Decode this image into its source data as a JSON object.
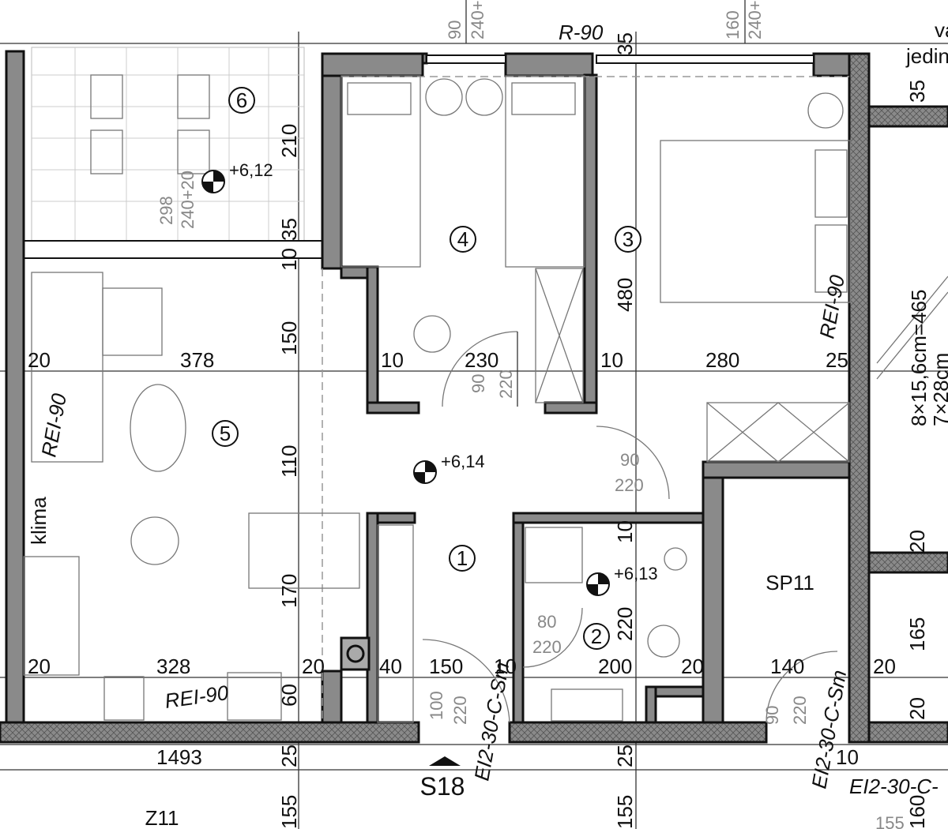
{
  "rooms": [
    {
      "number": "1"
    },
    {
      "number": "2"
    },
    {
      "number": "3"
    },
    {
      "number": "4"
    },
    {
      "number": "5"
    },
    {
      "number": "6"
    }
  ],
  "storage_label": "SP11",
  "zone_label": "Z11",
  "section_label": "S18",
  "levels": [
    "+6,12",
    "+6,14",
    "+6,13"
  ],
  "fire_ratings": [
    "REI-90",
    "REI-90",
    "REI-90",
    "R-90"
  ],
  "door_ratings": [
    "EI2-30-C-Sm",
    "EI2-30-C-Sm",
    "EI2-30-C-"
  ],
  "annotations": {
    "klima": "klima",
    "jedin": "jedin",
    "va": "va",
    "stair_1": "8×15,6cm=465",
    "stair_2": "7×28cm"
  },
  "dimensions": {
    "top": [
      "90",
      "240+",
      "160",
      "240+",
      "35",
      "35"
    ],
    "balcony": [
      "210",
      "298",
      "240+20"
    ],
    "row1": [
      "20",
      "378",
      "10",
      "230",
      "10",
      "280",
      "25"
    ],
    "row2": [
      "20",
      "328",
      "20",
      "40",
      "150",
      "10",
      "200",
      "20",
      "140",
      "20"
    ],
    "vertical_left": [
      "10",
      "35",
      "150",
      "110",
      "170",
      "60"
    ],
    "room3_height": "480",
    "doors": [
      "90",
      "220",
      "90",
      "220",
      "80",
      "220",
      "100",
      "220",
      "90",
      "220"
    ],
    "bath": [
      "10",
      "220",
      "165",
      "20",
      "20"
    ],
    "bottom": [
      "1493",
      "25",
      "25",
      "10",
      "155",
      "155",
      "155",
      "160"
    ]
  }
}
